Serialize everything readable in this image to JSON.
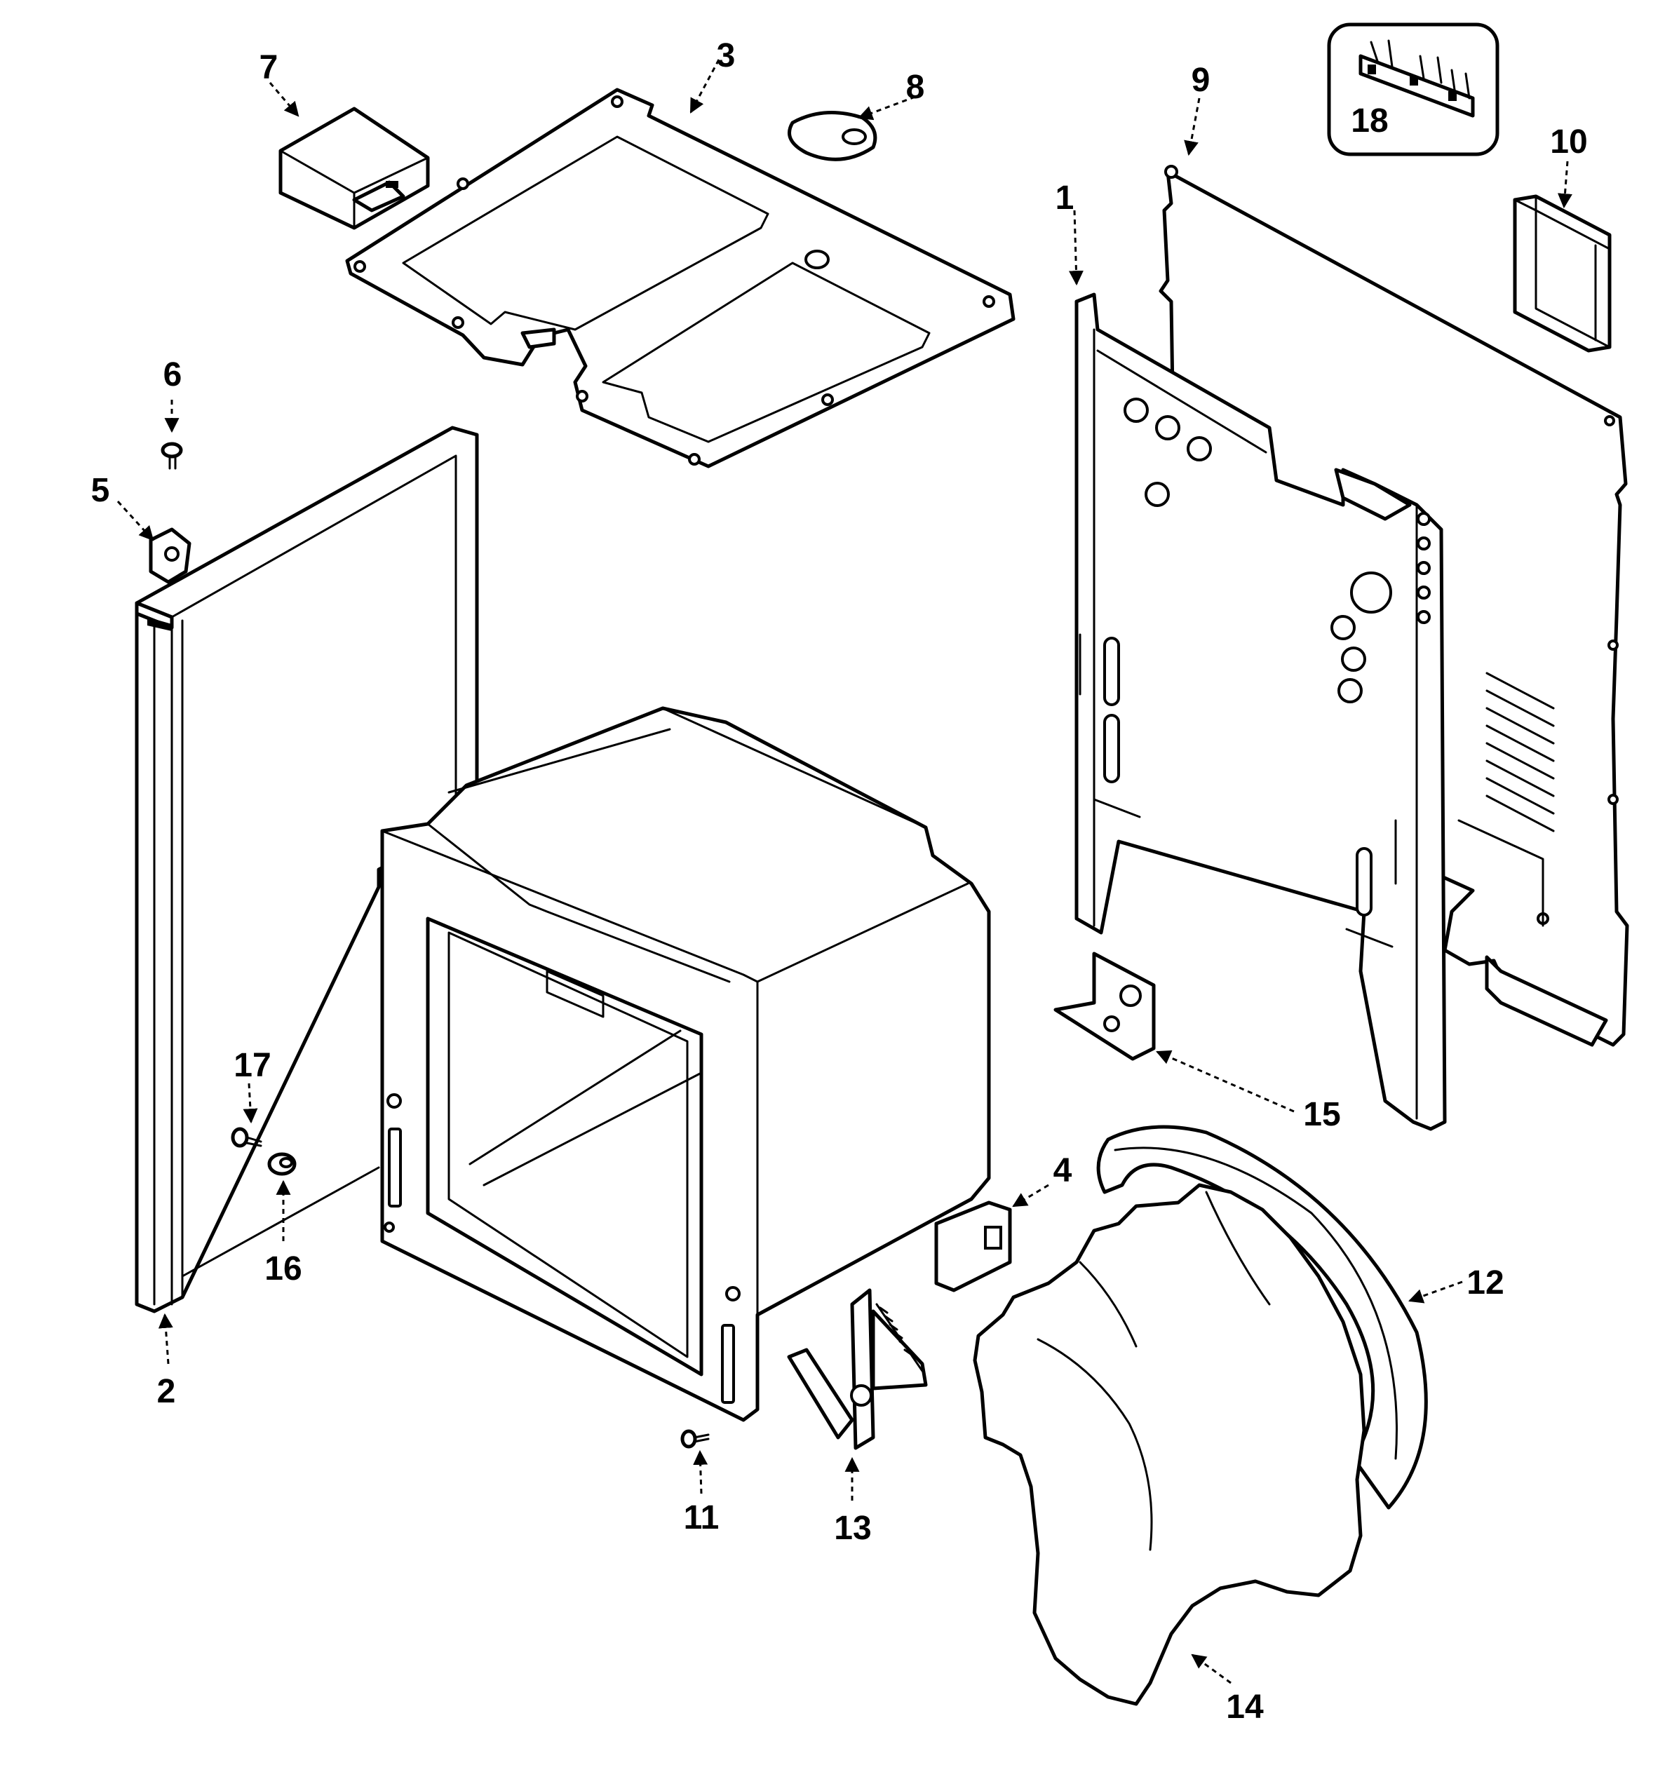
{
  "diagram": {
    "callouts": [
      {
        "id": "c1",
        "label": "1"
      },
      {
        "id": "c2",
        "label": "2"
      },
      {
        "id": "c3",
        "label": "3"
      },
      {
        "id": "c4",
        "label": "4"
      },
      {
        "id": "c5",
        "label": "5"
      },
      {
        "id": "c6",
        "label": "6"
      },
      {
        "id": "c7",
        "label": "7"
      },
      {
        "id": "c8",
        "label": "8"
      },
      {
        "id": "c9",
        "label": "9"
      },
      {
        "id": "c10",
        "label": "10"
      },
      {
        "id": "c11",
        "label": "11"
      },
      {
        "id": "c12",
        "label": "12"
      },
      {
        "id": "c13",
        "label": "13"
      },
      {
        "id": "c14",
        "label": "14"
      },
      {
        "id": "c15",
        "label": "15"
      },
      {
        "id": "c16",
        "label": "16"
      },
      {
        "id": "c17",
        "label": "17"
      },
      {
        "id": "c18",
        "label": "18"
      }
    ]
  }
}
